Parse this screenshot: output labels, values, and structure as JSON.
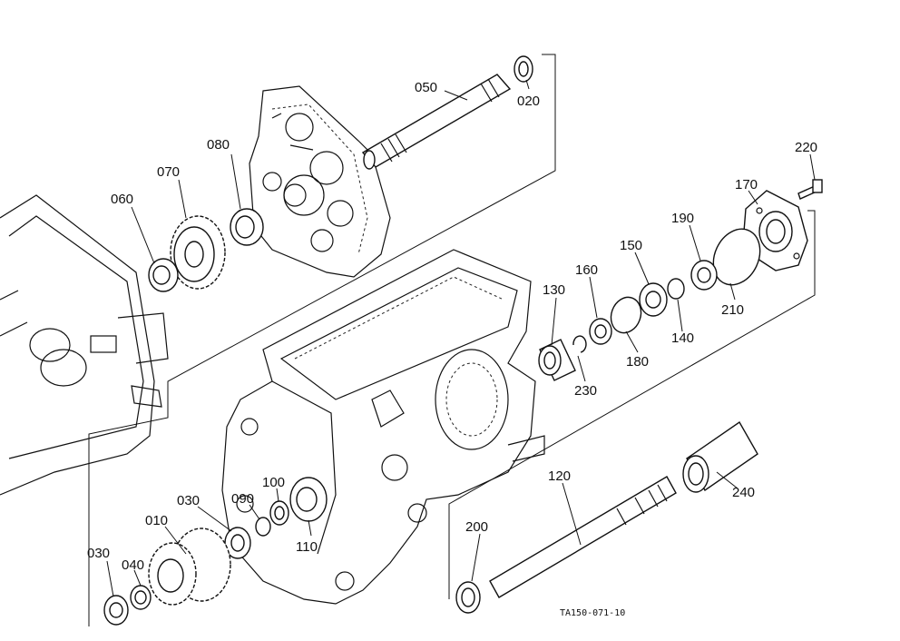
{
  "diagram": {
    "callouts": [
      "010",
      "020",
      "030",
      "030",
      "040",
      "050",
      "060",
      "070",
      "080",
      "090",
      "100",
      "110",
      "120",
      "130",
      "140",
      "150",
      "160",
      "170",
      "180",
      "190",
      "200",
      "210",
      "220",
      "230",
      "240"
    ],
    "drawing_code": "TA150-071-10"
  },
  "colors": {
    "line": "#111111",
    "background": "#ffffff"
  }
}
